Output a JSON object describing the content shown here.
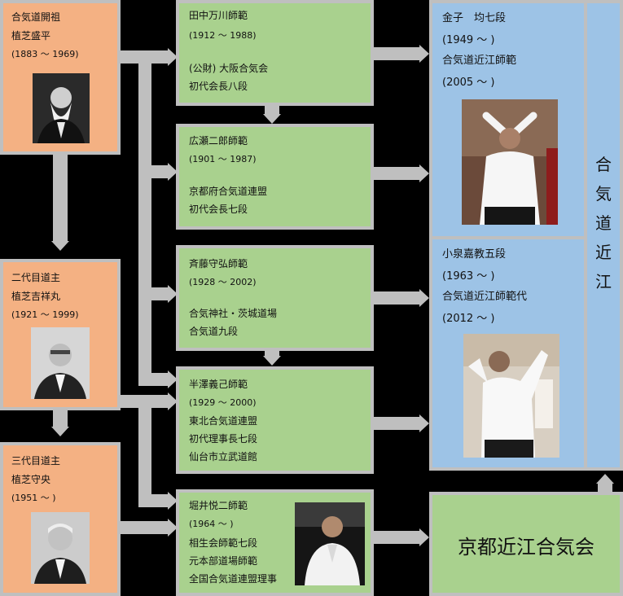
{
  "founders": [
    {
      "lines": [
        "合気道開祖",
        "植芝盛平",
        "(1883 〜 1969)"
      ]
    },
    {
      "lines": [
        "二代目道主",
        "植芝吉祥丸",
        "(1921 〜 1999)"
      ]
    },
    {
      "lines": [
        "三代目道主",
        "植芝守央",
        "(1951 〜 )"
      ]
    }
  ],
  "shihan": [
    {
      "lines": [
        "田中万川師範",
        "(1912 〜 1988)",
        "",
        "(公財) 大阪合気会",
        "初代会長八段"
      ]
    },
    {
      "lines": [
        "広瀬二郎師範",
        "(1901 〜 1987)",
        "",
        "京都府合気道連盟",
        "初代会長七段"
      ]
    },
    {
      "lines": [
        "斉藤守弘師範",
        "(1928 〜 2002)",
        "",
        "合気神社・茨城道場",
        "合気道九段"
      ]
    },
    {
      "lines": [
        "半澤義己師範",
        "(1929 〜 2000)",
        "東北合気道連盟",
        "初代理事長七段",
        "仙台市立武道館"
      ]
    },
    {
      "lines": [
        "堀井悦二師範",
        "(1964 〜 )",
        "相生会師範七段",
        "元本部道場師範",
        "全国合気道連盟理事"
      ]
    }
  ],
  "omi": [
    {
      "lines": [
        "金子　均七段",
        "(1949 〜 )",
        "合気道近江師範",
        "(2005 〜 )"
      ]
    },
    {
      "lines": [
        "小泉嘉教五段",
        "(1963 〜 )",
        "合気道近江師範代",
        "(2012 〜 )"
      ]
    }
  ],
  "vertical_title": [
    "合",
    "気",
    "道",
    "近",
    "江"
  ],
  "main_title": "京都近江合気会",
  "colors": {
    "founder": "#f4b183",
    "shihan": "#a9d18e",
    "omi": "#9dc3e6",
    "connector": "#bfbfbf",
    "background": "#000000"
  }
}
